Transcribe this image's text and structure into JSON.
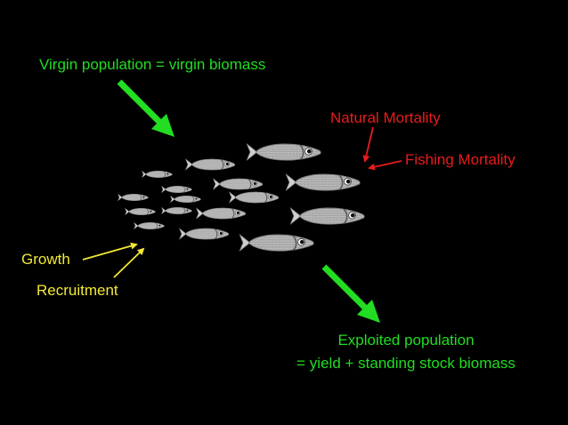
{
  "labels": {
    "virgin": "Virgin population = virgin biomass",
    "natural_mortality": "Natural Mortality",
    "fishing_mortality": "Fishing Mortality",
    "growth": "Growth",
    "recruitment": "Recruitment",
    "exploited_line1": "Exploited population",
    "exploited_line2": "= yield + standing stock biomass"
  },
  "colors": {
    "green": "#22dd22",
    "red": "#e81c1c",
    "yellow": "#f2e836",
    "fish_body": "#c8c8c8",
    "background": "#000000"
  },
  "icons": [
    "fish-icon",
    "arrow-icon"
  ]
}
